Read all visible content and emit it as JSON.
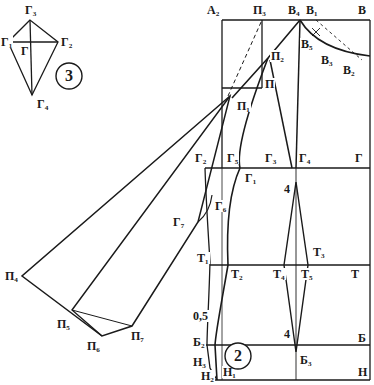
{
  "diagram": {
    "nodes": [
      {
        "text": [
          "3"
        ]
      },
      {
        "text": [
          "2"
        ]
      }
    ],
    "labels": [
      "Г₃",
      "Г₁",
      "Г",
      "Г₂",
      "Г₄",
      "А₂",
      "П₃",
      "В₄",
      "В₁",
      "В",
      "П₂",
      "В₅",
      "В₃",
      "В₂",
      "П",
      "П₁",
      "Г₃",
      "Г₄",
      "Г",
      "Г₂",
      "Г₅",
      "Г₁",
      "Г₇",
      "Г₆",
      "4",
      "Т₃",
      "Т₁",
      "Т₂",
      "Т₄",
      "Т₅",
      "Т",
      "0,5",
      "4",
      "Б₂",
      "Б₁",
      "Б₃",
      "Б",
      "Н₃",
      "Н₂",
      "Н₁",
      "Н",
      "П₄",
      "П₅",
      "П₆",
      "П₇"
    ]
  }
}
